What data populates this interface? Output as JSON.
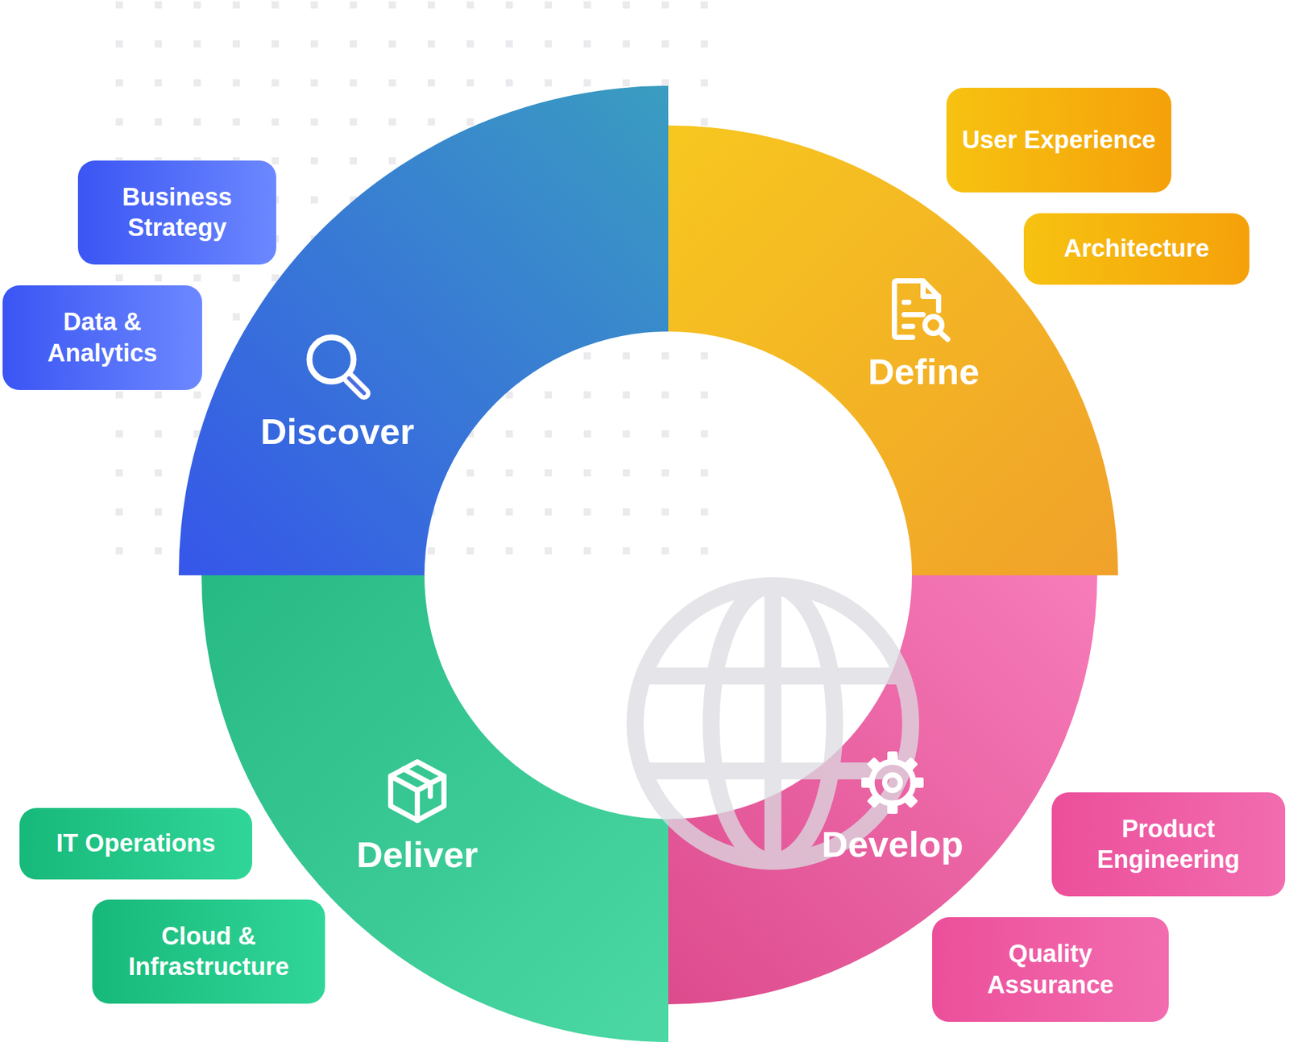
{
  "diagram": {
    "nodes": [
      {
        "text": [
          "Discover"
        ]
      },
      {
        "text": [
          "Business Strategy"
        ]
      },
      {
        "text": [
          "Data & Analytics"
        ]
      },
      {
        "text": [
          "Define"
        ]
      },
      {
        "text": [
          "User Experience"
        ]
      },
      {
        "text": [
          "Architecture"
        ]
      },
      {
        "text": [
          "Develop"
        ]
      },
      {
        "text": [
          "Product Engineering"
        ]
      },
      {
        "text": [
          "Quality Assurance"
        ]
      },
      {
        "text": [
          "Deliver"
        ]
      },
      {
        "text": [
          "IT Operations"
        ]
      },
      {
        "text": [
          "Cloud & Infrastructure"
        ]
      }
    ]
  }
}
